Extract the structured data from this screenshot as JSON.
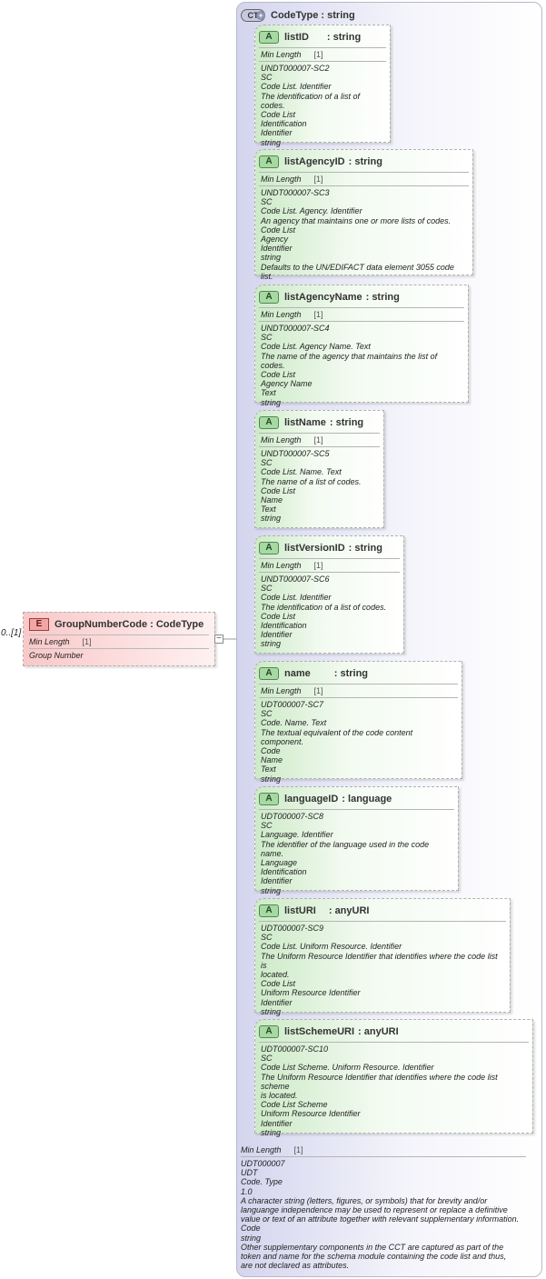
{
  "element": {
    "badge": "E",
    "title": "GroupNumberCode : CodeType",
    "occurrence": "0..[1]",
    "facet_label": "Min Length",
    "facet_value": "[1]",
    "doc": "Group Number"
  },
  "complex_type": {
    "badge": "CT",
    "badge_mark": "+",
    "title": "CodeType : string",
    "facet_label": "Min Length",
    "facet_value": "[1]",
    "doc": [
      "UDT000007",
      "UDT",
      "Code. Type",
      "1.0",
      "A character string (letters, figures, or symbols) that for brevity and/or",
      "languange independence may be used to represent or replace a definitive",
      "value or text of an attribute together with relevant supplementary information.",
      "Code",
      "string",
      "Other supplementary components in the CCT are captured as part of the",
      "token and name for the schema module containing the code list and thus,",
      "are not declared as attributes."
    ]
  },
  "attributes": [
    {
      "badge": "A",
      "name": "listID",
      "type": ": string",
      "facet_label": "Min Length",
      "facet_value": "[1]",
      "doc": [
        "UNDT000007-SC2",
        "SC",
        "Code List. Identifier",
        "The identification of a list of codes.",
        "Code List",
        "Identification",
        "Identifier",
        "string"
      ]
    },
    {
      "badge": "A",
      "name": "listAgencyID",
      "type": ": string",
      "facet_label": "Min Length",
      "facet_value": "[1]",
      "doc": [
        "UNDT000007-SC3",
        "SC",
        "Code List. Agency. Identifier",
        "An agency that maintains one or more lists of codes.",
        "Code List",
        "Agency",
        "Identifier",
        "string",
        "Defaults to the UN/EDIFACT data element 3055 code list."
      ]
    },
    {
      "badge": "A",
      "name": "listAgencyName",
      "type": ": string",
      "facet_label": "Min Length",
      "facet_value": "[1]",
      "doc": [
        "UNDT000007-SC4",
        "SC",
        "Code List. Agency Name. Text",
        "The name of the agency that maintains the list of codes.",
        "Code List",
        "Agency Name",
        "Text",
        "string"
      ]
    },
    {
      "badge": "A",
      "name": "listName",
      "type": ": string",
      "facet_label": "Min Length",
      "facet_value": "[1]",
      "doc": [
        "UNDT000007-SC5",
        "SC",
        "Code List. Name. Text",
        "The name of a list of codes.",
        "Code List",
        "Name",
        "Text",
        "string"
      ]
    },
    {
      "badge": "A",
      "name": "listVersionID",
      "type": ": string",
      "facet_label": "Min Length",
      "facet_value": "[1]",
      "doc": [
        "UNDT000007-SC6",
        "SC",
        "Code List. Identifier",
        "The identification of a list of codes.",
        "Code List",
        "Identification",
        "Identifier",
        "string"
      ]
    },
    {
      "badge": "A",
      "name": "name",
      "type": ": string",
      "facet_label": "Min Length",
      "facet_value": "[1]",
      "doc": [
        "UDT000007-SC7",
        "SC",
        "Code. Name. Text",
        "The textual equivalent of the code content component.",
        "Code",
        "Name",
        "Text",
        "string"
      ]
    },
    {
      "badge": "A",
      "name": "languageID",
      "type": ": language",
      "doc": [
        "UDT000007-SC8",
        "SC",
        "Language. Identifier",
        "The identifier of the language used in the code name.",
        "Language",
        "Identification",
        "Identifier",
        "string"
      ]
    },
    {
      "badge": "A",
      "name": "listURI",
      "type": ": anyURI",
      "doc": [
        "UDT000007-SC9",
        "SC",
        "Code List. Uniform Resource. Identifier",
        "The Uniform Resource Identifier that identifies where the code list is",
        "located.",
        "Code List",
        "Uniform Resource Identifier",
        "Identifier",
        "string"
      ]
    },
    {
      "badge": "A",
      "name": "listSchemeURI",
      "type": ": anyURI",
      "doc": [
        "UDT000007-SC10",
        "SC",
        "Code List Scheme. Uniform Resource. Identifier",
        "The Uniform Resource Identifier that identifies where the code list scheme",
        "is located.",
        "Code List Scheme",
        "Uniform Resource Identifier",
        "Identifier",
        "string"
      ]
    }
  ]
}
